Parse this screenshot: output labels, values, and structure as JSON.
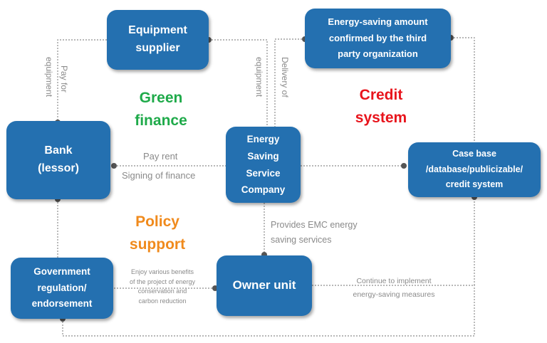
{
  "nodes": {
    "equipment_supplier": "Equipment\nsupplier",
    "third_party": "Energy-saving amount\nconfirmed by the third\nparty organization",
    "bank": "Bank\n(lessor)",
    "esco": "Energy\nSaving\nService\nCompany",
    "case_base": "Case base\n/database/publicizable/\ncredit system",
    "government": "Government\nregulation/\nendorsement",
    "owner_unit": "Owner unit"
  },
  "edge_labels": {
    "pay_for_equipment_1": "Pay for",
    "pay_for_equipment_2": "equipment",
    "delivery_of_equipment_1": "Delivery of",
    "delivery_of_equipment_2": "equipment",
    "pay_rent": "Pay rent",
    "signing_of_finance": "Signing of finance",
    "provides_emc": "Provides EMC energy\nsaving services",
    "enjoy_benefits": "Enjoy various benefits\nof the project of energy\nconservation and\ncarbon reduction",
    "continue_implement": "Continue to implement\nenergy-saving measures"
  },
  "categories": {
    "green_finance": {
      "text": "Green\nfinance",
      "color": "#1faa4a"
    },
    "credit_system": {
      "text": "Credit\nsystem",
      "color": "#e8141c"
    },
    "policy_support": {
      "text": "Policy\nsupport",
      "color": "#f08a1c"
    }
  }
}
